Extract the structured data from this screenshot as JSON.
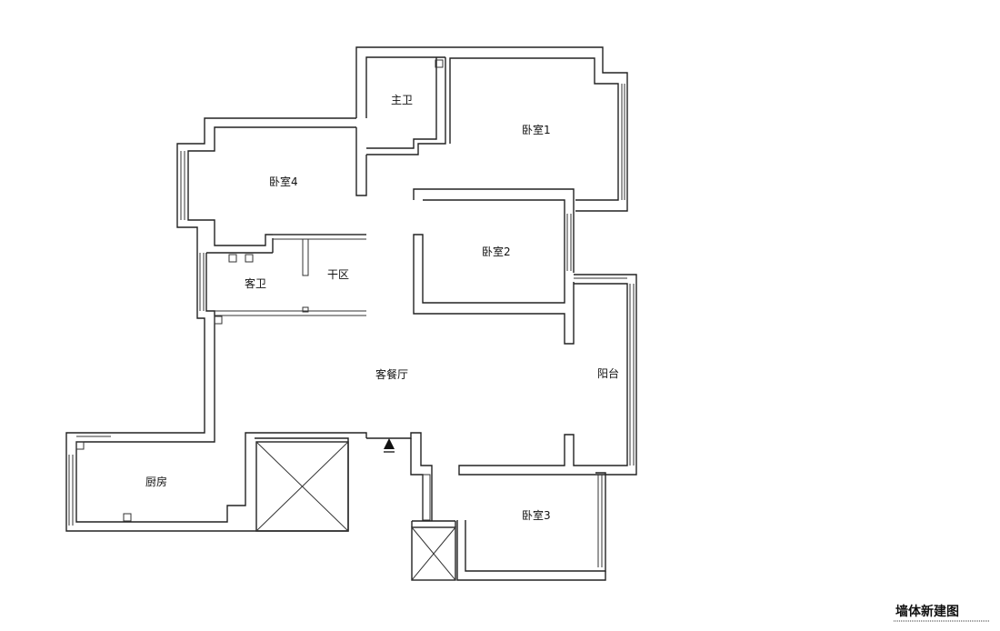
{
  "rooms": {
    "master_bath": "主卫",
    "bedroom1": "卧室1",
    "bedroom4": "卧室4",
    "bedroom2": "卧室2",
    "guest_bath": "客卫",
    "dry_area": "干区",
    "living_dining": "客餐厅",
    "balcony": "阳台",
    "kitchen": "厨房",
    "bedroom3": "卧室3"
  },
  "title": "墙体新建图",
  "colors": {
    "line": "#222222",
    "background": "#ffffff"
  }
}
